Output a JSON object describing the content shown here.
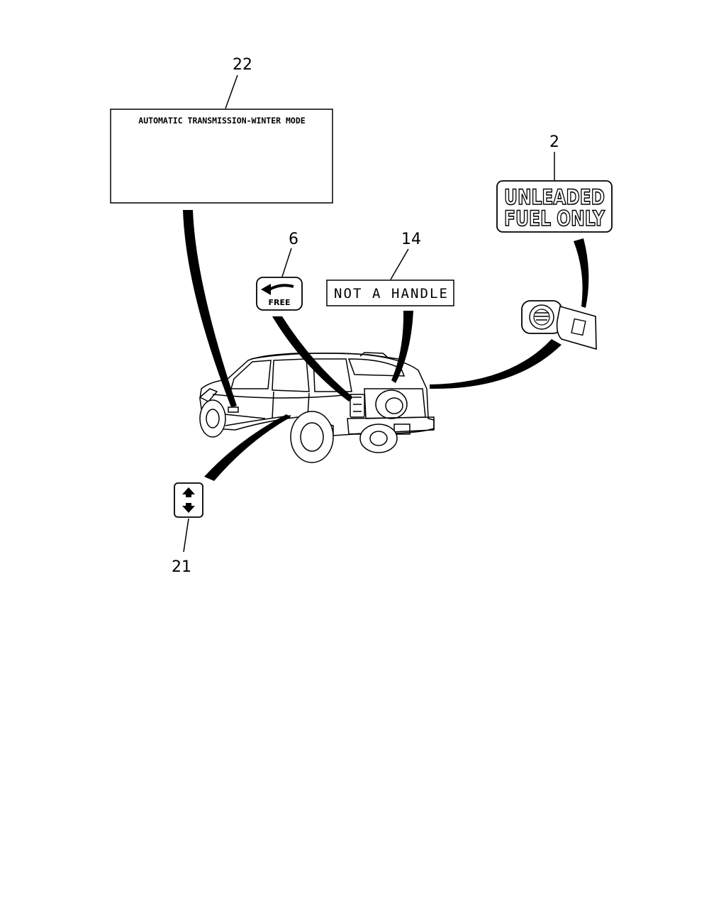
{
  "callouts": {
    "c22": "22",
    "c2": "2",
    "c6": "6",
    "c14": "14",
    "c21": "21"
  },
  "labels": {
    "transmission_title": "AUTOMATIC TRANSMISSION-WINTER MODE",
    "fuel_line1": "UNLEADED",
    "fuel_line2": "FUEL ONLY",
    "free": "FREE",
    "not_a_handle": "NOT A HANDLE"
  }
}
